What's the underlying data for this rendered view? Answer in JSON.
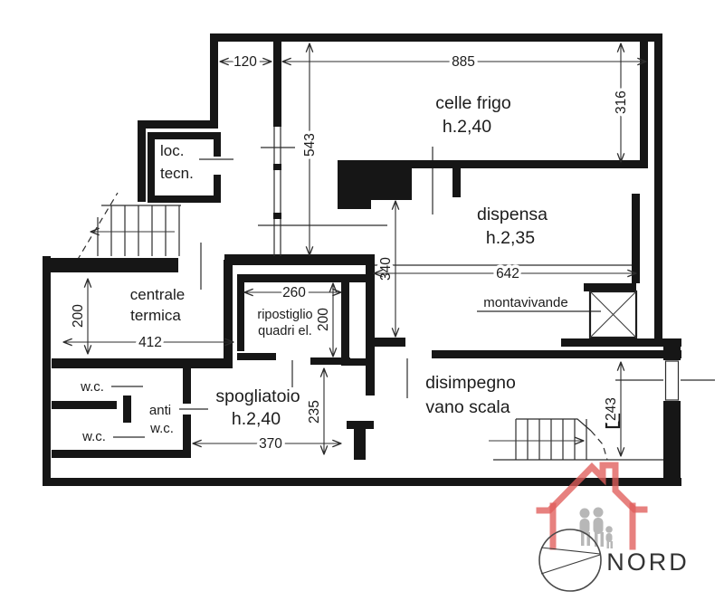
{
  "rooms": {
    "celle_frigo": {
      "label": "celle frigo",
      "height": "h.2,40"
    },
    "dispensa": {
      "label": "dispensa",
      "height": "h.2,35"
    },
    "loc_tecn": {
      "line1": "loc.",
      "line2": "tecn."
    },
    "centrale_termica": {
      "line1": "centrale",
      "line2": "termica"
    },
    "ripostiglio": {
      "line1": "ripostiglio",
      "line2": "quadri el."
    },
    "spogliatoio": {
      "label": "spogliatoio",
      "height": "h.2,40"
    },
    "disimpegno": {
      "line1": "disimpegno",
      "line2": "vano scala"
    },
    "montavivande": {
      "label": "montavivande"
    },
    "wc_top": {
      "label": "w.c."
    },
    "anti_wc": {
      "line1": "anti",
      "line2": "w.c."
    },
    "wc_bottom": {
      "label": "w.c."
    }
  },
  "dimensions_cm": {
    "shaft_width": "120",
    "celle_frigo_width": "885",
    "celle_frigo_depth": "316",
    "west_wing_depth": "543",
    "dispensa_depth": "340",
    "corridor_length": "642",
    "ripostiglio_width": "260",
    "ripostiglio_depth": "200",
    "centrale_depth": "200",
    "centrale_width": "412",
    "spogliatoio_width": "370",
    "spogliatoio_depth": "235",
    "vano_scala_depth": "243"
  },
  "compass": {
    "label": "NORD"
  },
  "icons": {
    "logo": "house-family-icon",
    "compass": "compass-circle-icon"
  },
  "colors": {
    "walls": "#161616",
    "lines": "#2c2c2c",
    "logo_red": "#e05e5b",
    "logo_gray": "#b7b7b7",
    "nord_text": "#333333",
    "background": "#ffffff"
  }
}
